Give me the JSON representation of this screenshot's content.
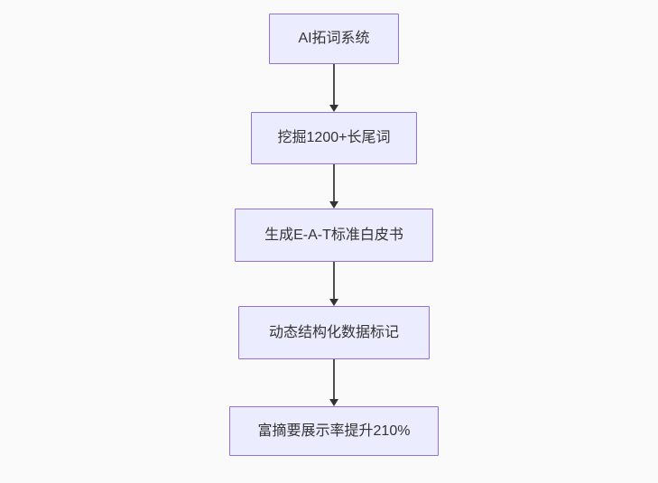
{
  "diagram": {
    "type": "flowchart",
    "direction": "top-down",
    "colors": {
      "background": "#fafafa",
      "node_fill": "#ECECFF",
      "node_border": "#9370DB",
      "node_text": "#333333",
      "edge": "#333333"
    },
    "nodes": [
      {
        "label": "AI拓词系统"
      },
      {
        "label": "挖掘1200+长尾词"
      },
      {
        "label": "生成E-A-T标准白皮书"
      },
      {
        "label": "动态结构化数据标记"
      },
      {
        "label": "富摘要展示率提升210%"
      }
    ],
    "edges": [
      {
        "from": 0,
        "to": 1
      },
      {
        "from": 1,
        "to": 2
      },
      {
        "from": 2,
        "to": 3
      },
      {
        "from": 3,
        "to": 4
      }
    ]
  }
}
